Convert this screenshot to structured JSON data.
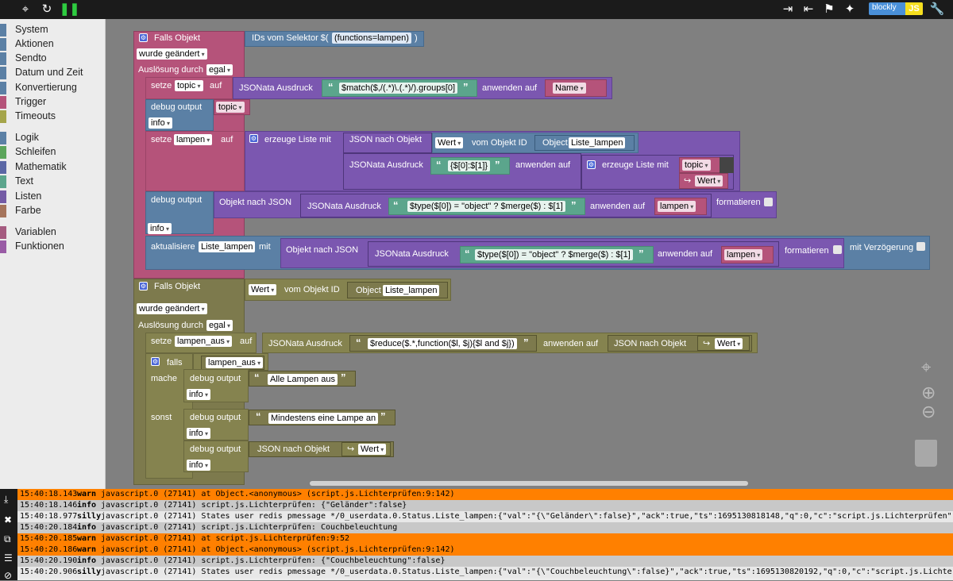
{
  "toolbar": {
    "blockly_label": "blockly",
    "js_label": "JS"
  },
  "sidebar": {
    "categories": [
      {
        "label": "System",
        "color": "#5b80a5"
      },
      {
        "label": "Aktionen",
        "color": "#5b80a5"
      },
      {
        "label": "Sendto",
        "color": "#5b80a5"
      },
      {
        "label": "Datum und Zeit",
        "color": "#5b80a5"
      },
      {
        "label": "Konvertierung",
        "color": "#5b80a5"
      },
      {
        "label": "Trigger",
        "color": "#b5537a"
      },
      {
        "label": "Timeouts",
        "color": "#a5a54a"
      },
      {
        "label": "Logik",
        "color": "#5b80a5"
      },
      {
        "label": "Schleifen",
        "color": "#5ba55b"
      },
      {
        "label": "Mathematik",
        "color": "#5b67a5"
      },
      {
        "label": "Text",
        "color": "#5ba58c"
      },
      {
        "label": "Listen",
        "color": "#745ba5"
      },
      {
        "label": "Farbe",
        "color": "#a5745b"
      },
      {
        "label": "Variablen",
        "color": "#a55b80"
      },
      {
        "label": "Funktionen",
        "color": "#995ba5"
      }
    ]
  },
  "blocks": {
    "falls_objekt_1": "Falls Objekt",
    "ids_vom_selektor": "IDs vom Selektor $(",
    "selector_value": "(functions=lampen)",
    "close_paren": ")",
    "wurde_geaendert": "wurde geändert",
    "ausloesung_durch": "Auslösung durch",
    "egal": "egal",
    "setze": "setze",
    "topic": "topic",
    "auf": "auf",
    "jsonata_ausdruck": "JSONata Ausdruck",
    "match_expr": "$match($,/(.*)\\.(.*)/).groups[0]",
    "anwenden_auf": "anwenden auf",
    "name": "Name",
    "debug_output": "debug output",
    "info": "info",
    "lampen": "lampen",
    "erzeuge_liste_mit": "erzeuge Liste mit",
    "json_nach_objekt": "JSON nach Objekt",
    "wert": "Wert",
    "vom_objekt_id": "vom Objekt ID",
    "object": "Object",
    "liste_lampen": "Liste_lampen",
    "expr_pairs": "{$[0]:$[1]}",
    "objekt_nach_json": "Objekt nach JSON",
    "type_expr": "$type($[0]) = \"object\" ? $merge($) : $[1]",
    "formatieren": "formatieren",
    "aktualisiere": "aktualisiere",
    "mit": "mit",
    "mit_verzoegerung": "mit Verzögerung",
    "falls_objekt_2": "Falls Objekt",
    "lampen_aus": "lampen_aus",
    "reduce_expr": "$reduce($.*,function($l, $j){$l and $j})",
    "falls": "falls",
    "mache": "mache",
    "sonst": "sonst",
    "alle_lampen_aus": "Alle Lampen aus",
    "mindestens": "Mindestens eine Lampe an",
    "quote_open": "“",
    "quote_close": "”"
  },
  "log": {
    "rows": [
      {
        "ts": "15:40:18.143",
        "level": "warn",
        "msg": "javascript.0 (27141) at Object.<anonymous> (script.js.Lichterprüfen:9:142)"
      },
      {
        "ts": "15:40:18.146",
        "level": "info",
        "msg": "javascript.0 (27141) script.js.Lichterprüfen: {\"Geländer\":false}"
      },
      {
        "ts": "15:40:18.977",
        "level": "silly",
        "msg": "javascript.0 (27141) States user redis pmessage */0_userdata.0.Status.Liste_lampen:{\"val\":\"{\\\"Geländer\\\":false}\",\"ack\":true,\"ts\":1695130818148,\"q\":0,\"c\":\"script.js.Lichterprüfen\",\"from\""
      },
      {
        "ts": "15:40:20.184",
        "level": "info",
        "msg": "javascript.0 (27141) script.js.Lichterprüfen: Couchbeleuchtung"
      },
      {
        "ts": "15:40:20.185",
        "level": "warn",
        "msg": "javascript.0 (27141) at script.js.Lichterprüfen:9:52"
      },
      {
        "ts": "15:40:20.186",
        "level": "warn",
        "msg": "javascript.0 (27141) at Object.<anonymous> (script.js.Lichterprüfen:9:142)"
      },
      {
        "ts": "15:40:20.190",
        "level": "info",
        "msg": "javascript.0 (27141) script.js.Lichterprüfen: {\"Couchbeleuchtung\":false}"
      },
      {
        "ts": "15:40:20.906",
        "level": "silly",
        "msg": "javascript.0 (27141) States user redis pmessage */0_userdata.0.Status.Liste_lampen:{\"val\":\"{\\\"Couchbeleuchtung\\\":false}\",\"ack\":true,\"ts\":1695130820192,\"q\":0,\"c\":\"script.js.Lichterprüfen\""
      }
    ]
  }
}
